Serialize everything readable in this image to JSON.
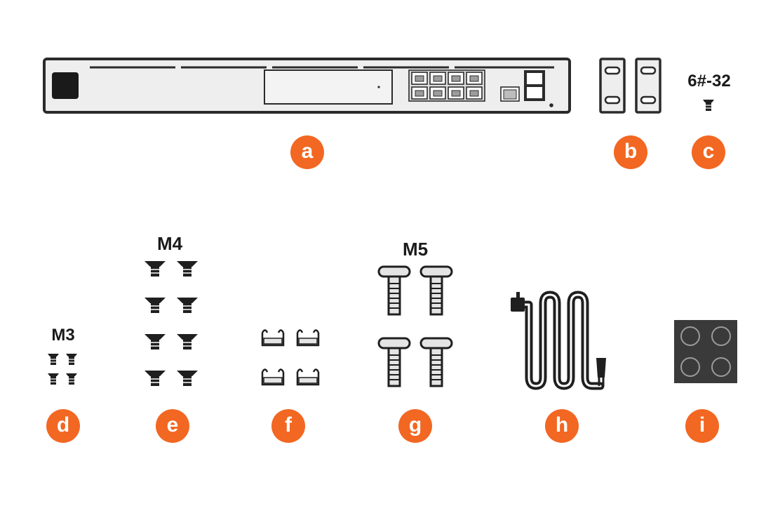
{
  "accent_color": "#f26722",
  "parts": [
    {
      "id": "a",
      "letter": "a",
      "item": "switch-unit",
      "icon": "rack-switch"
    },
    {
      "id": "b",
      "letter": "b",
      "item": "rack-ears",
      "icon": "rack-bracket"
    },
    {
      "id": "c",
      "letter": "c",
      "item": "rack-screw",
      "size_label": "6#-32",
      "icon": "screw"
    },
    {
      "id": "d",
      "letter": "d",
      "item": "screws",
      "size_label": "M3",
      "icon": "screw"
    },
    {
      "id": "e",
      "letter": "e",
      "item": "screws",
      "size_label": "M4",
      "icon": "countersunk-screw"
    },
    {
      "id": "f",
      "letter": "f",
      "item": "clips",
      "icon": "clip"
    },
    {
      "id": "g",
      "letter": "g",
      "item": "bolts",
      "size_label": "M5",
      "icon": "pan-head-bolt"
    },
    {
      "id": "h",
      "letter": "h",
      "item": "power-cord",
      "icon": "power-cord"
    },
    {
      "id": "i",
      "letter": "i",
      "item": "rubber-feet",
      "icon": "rubber-feet"
    }
  ]
}
